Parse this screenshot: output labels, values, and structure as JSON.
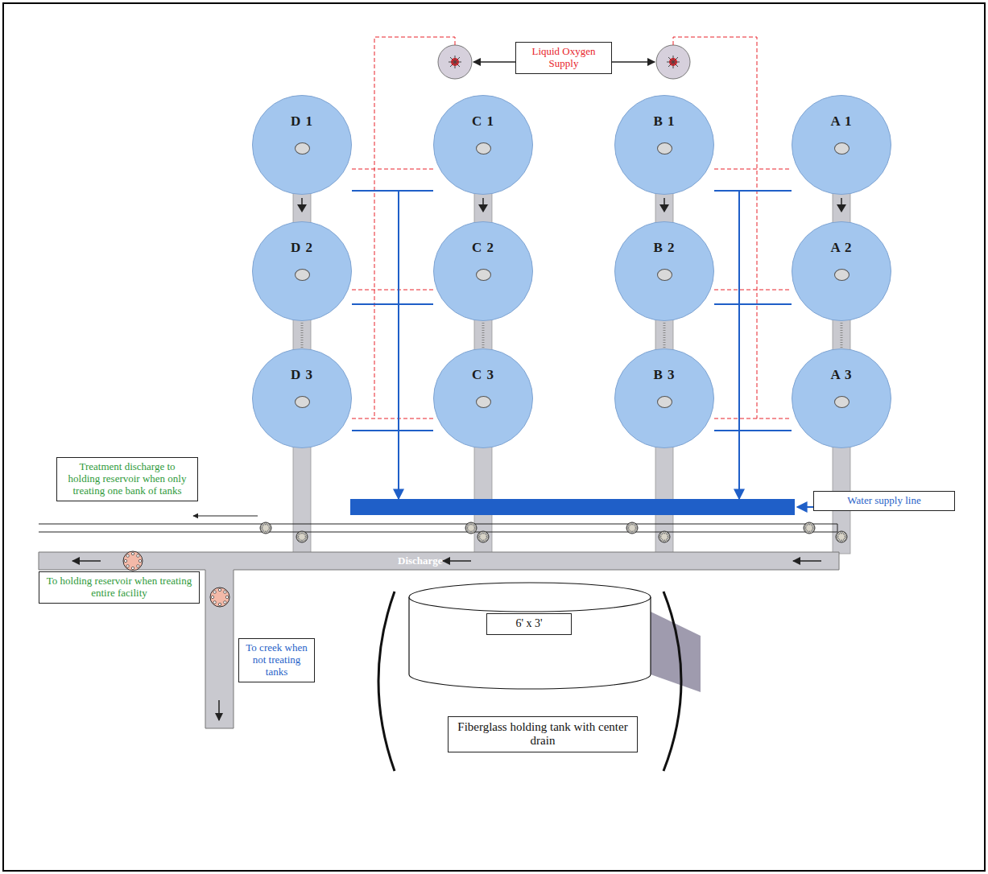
{
  "diagram": {
    "nodes": [
      {
        "text": [
          "Liquid Oxygen Supply"
        ]
      },
      {
        "text": [
          "D 1"
        ]
      },
      {
        "text": [
          "C 1"
        ]
      },
      {
        "text": [
          "B 1"
        ]
      },
      {
        "text": [
          "A 1"
        ]
      },
      {
        "text": [
          "D 2"
        ]
      },
      {
        "text": [
          "C 2"
        ]
      },
      {
        "text": [
          "B 2"
        ]
      },
      {
        "text": [
          "A 2"
        ]
      },
      {
        "text": [
          "D 3"
        ]
      },
      {
        "text": [
          "C 3"
        ]
      },
      {
        "text": [
          "B 3"
        ]
      },
      {
        "text": [
          "A 3"
        ]
      },
      {
        "text": [
          "Treatment discharge to holding reservoir when only treating one bank of tanks"
        ]
      },
      {
        "text": [
          "Water supply line"
        ]
      },
      {
        "text": [
          "To holding reservoir when treating entire facility"
        ]
      },
      {
        "text": [
          "To creek when not treating tanks"
        ]
      },
      {
        "text": [
          "6' x 3'"
        ]
      },
      {
        "text": [
          "Fiberglass holding tank with center drain"
        ]
      }
    ],
    "edges": [
      {
        "from": 1,
        "to": 5,
        "arrow": "to"
      },
      {
        "from": 5,
        "to": 9,
        "arrow": "none"
      },
      {
        "from": 2,
        "to": 6,
        "arrow": "to"
      },
      {
        "from": 6,
        "to": 10,
        "arrow": "none"
      },
      {
        "from": 3,
        "to": 7,
        "arrow": "to"
      },
      {
        "from": 7,
        "to": 11,
        "arrow": "none"
      },
      {
        "from": 4,
        "to": 8,
        "arrow": "to"
      },
      {
        "from": 8,
        "to": 12,
        "arrow": "none"
      }
    ],
    "labels": [
      "Discharge"
    ]
  }
}
